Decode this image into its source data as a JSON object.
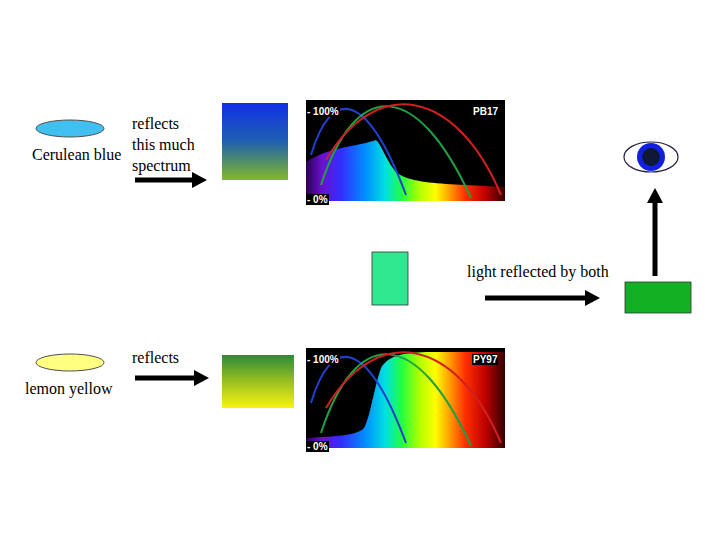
{
  "diagram": {
    "nodes": [
      {
        "text": [
          "Cerulean blue"
        ]
      },
      {
        "text": [
          "lemon yellow"
        ]
      }
    ],
    "labels": [
      "reflects this much spectrum",
      "- 100%",
      "PB17",
      "- 0%",
      "light reflected by both",
      "reflects",
      "- 100%",
      "PY97",
      "- 0%"
    ]
  }
}
